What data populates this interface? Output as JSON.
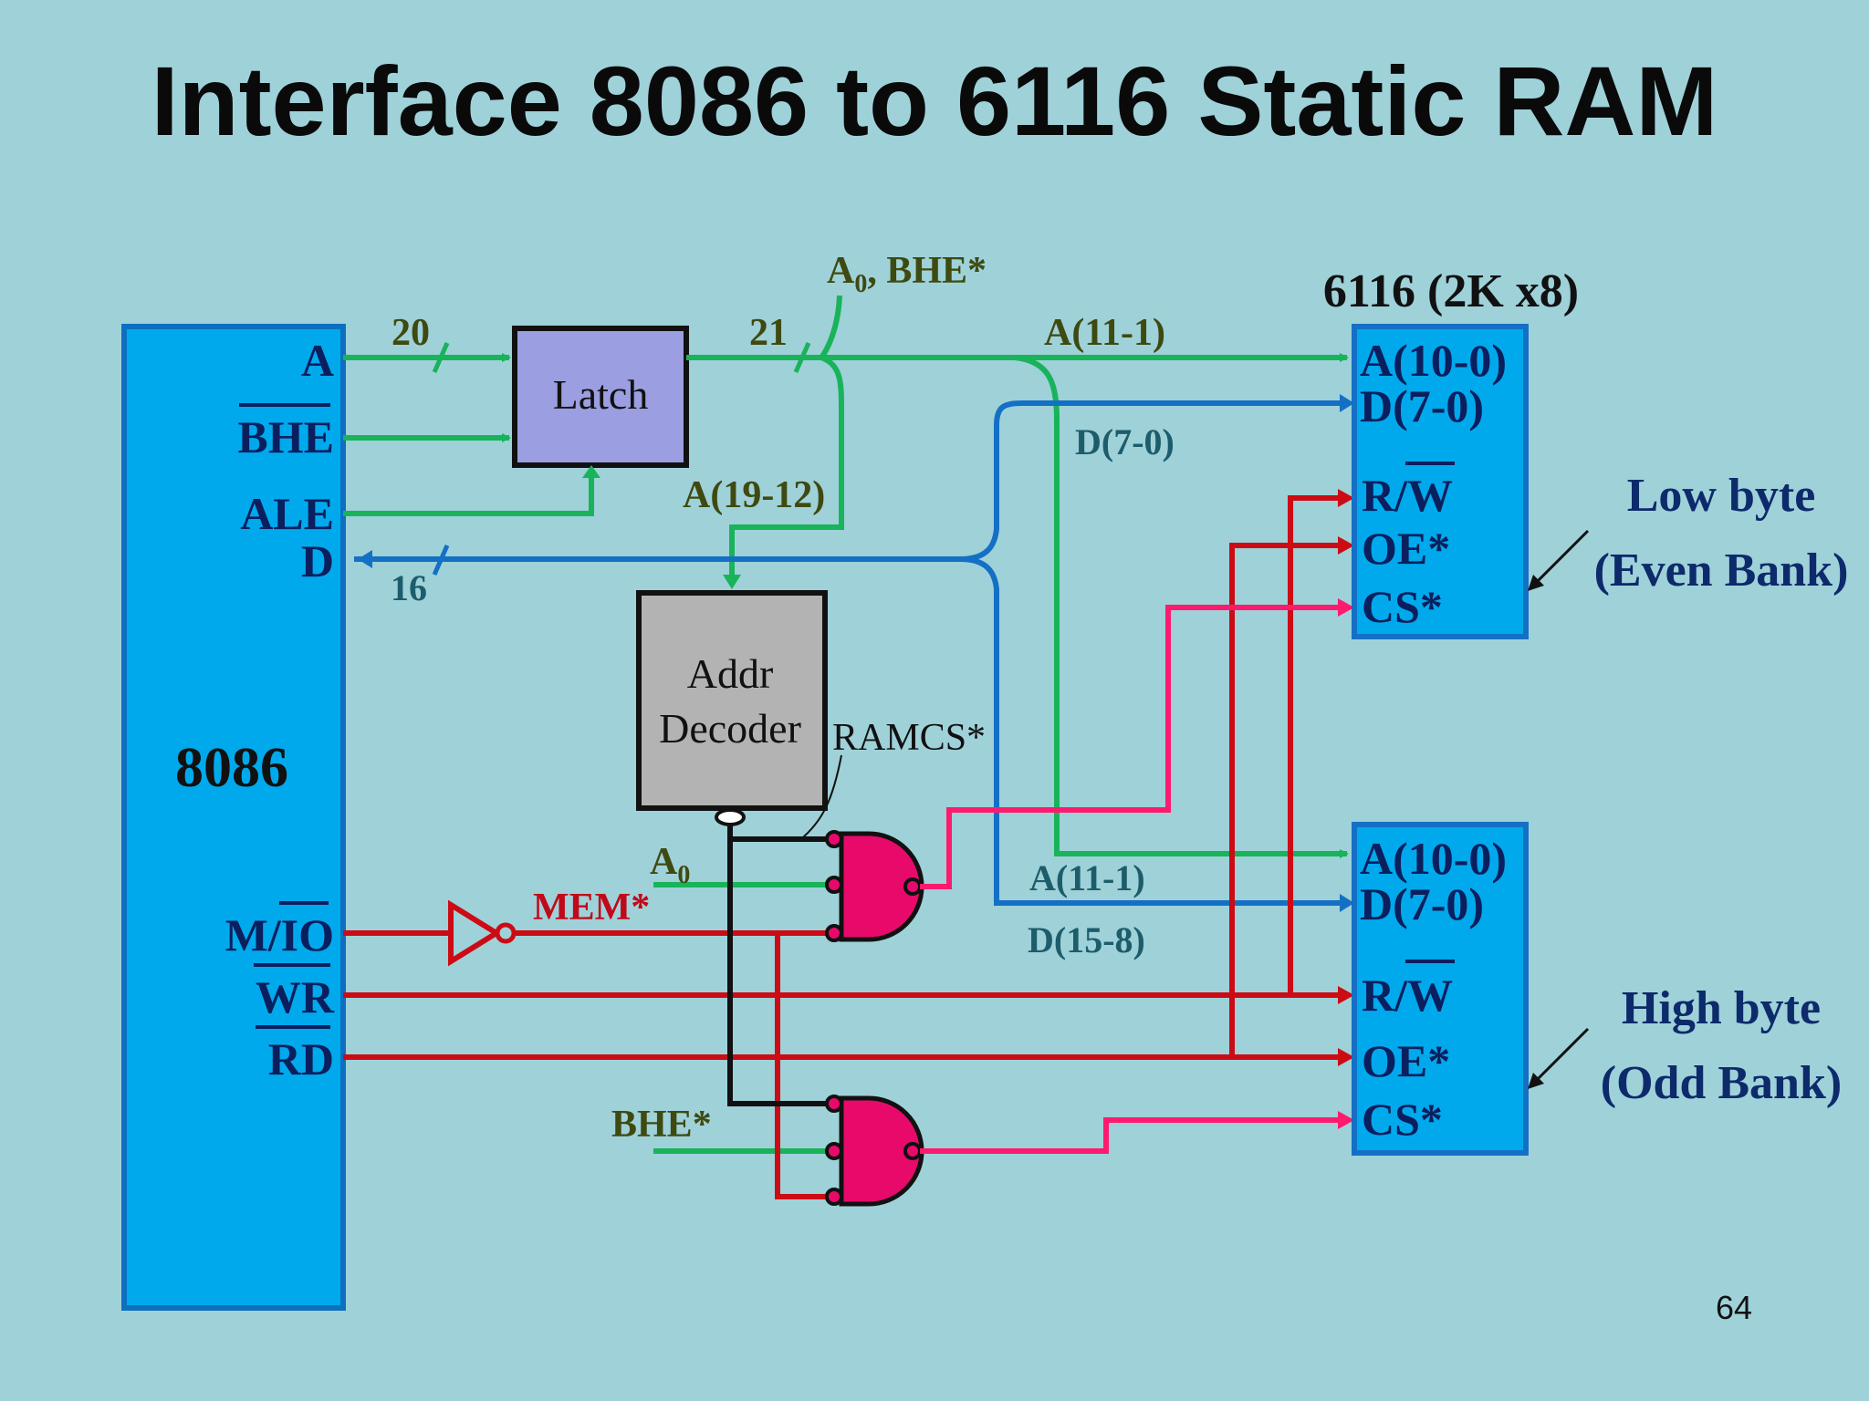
{
  "title": "Interface 8086 to 6116 Static RAM",
  "page_number": "64",
  "cpu": {
    "name": "8086",
    "pins": {
      "a": "A",
      "bhe": "BHE",
      "ale": "ALE",
      "d": "D",
      "mio": "M/IO",
      "wr": "WR",
      "rd": "RD"
    }
  },
  "latch": {
    "label": "Latch"
  },
  "decoder": {
    "line1": "Addr",
    "line2": "Decoder",
    "output": "RAMCS*"
  },
  "buses": {
    "a_width": "20",
    "latched_width": "21",
    "d_width": "16",
    "a0_bhe": "A",
    "a0_bhe_sub": "0",
    "a0_bhe_rest": ", BHE*",
    "upper_addr": "A(19-12)",
    "addr_low_top": "A(11-1)",
    "addr_low_bottom": "A(11-1)",
    "data_low": "D(7-0)",
    "data_high": "D(15-8)"
  },
  "gates": {
    "a0": "A",
    "a0_sub": "0",
    "mem": "MEM*",
    "bhe": "BHE*"
  },
  "ram_title": "6116 (2K x8)",
  "ram_low": {
    "pins": {
      "a": "A(10-0)",
      "d": "D(7-0)",
      "rw": "R/W",
      "oe": "OE*",
      "cs": "CS*"
    },
    "caption1": "Low byte",
    "caption2": "(Even Bank)"
  },
  "ram_high": {
    "pins": {
      "a": "A(10-0)",
      "d": "D(7-0)",
      "rw": "R/W",
      "oe": "OE*",
      "cs": "CS*"
    },
    "caption1": "High byte",
    "caption2": "(Odd Bank)"
  },
  "colors": {
    "background": "#9fd1d9",
    "chip_blue": "#00a9ec",
    "latch_purple": "#9b9ee0",
    "decoder_gray": "#b3b3b3",
    "address_green": "#19b35a",
    "data_blue": "#1470c4",
    "control_red": "#cc0b15",
    "select_pink": "#ff1a6e"
  }
}
